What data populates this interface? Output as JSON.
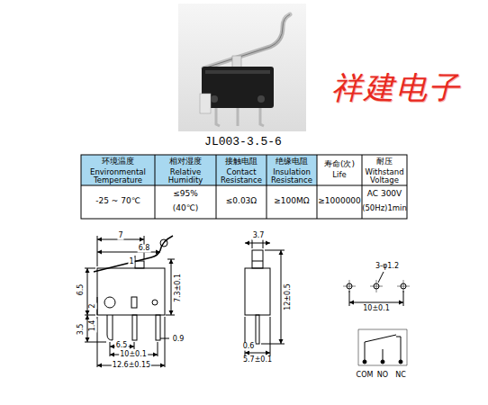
{
  "diagram": {
    "title": "JL003-3.5-6",
    "labels": [
      "祥建电子",
      "环境温度",
      "Environmental Temperature",
      "相对湿度",
      "Relative Humidity",
      "接触电阻",
      "Contact Resistance",
      "绝缘电阻",
      "Insulation Resistance",
      "寿命(次)",
      "Life",
      "耐压",
      "Withstand Voltage",
      "-25 ~ 70℃",
      "≤95%",
      "(40℃)",
      "≤0.03Ω",
      "≥100MΩ",
      "≥1000000",
      "AC 300V",
      "(50Hz)1min",
      "7",
      "6.8",
      "1",
      "6.5",
      "2",
      "7.3±0.1",
      "3.5",
      "1.4",
      "6.5",
      "0.9",
      "10±0.1",
      "12.6±0.15",
      "3.7",
      "12±0.5",
      "0.6",
      "5.7±0.1",
      "3-φ1.2",
      "10±0.1",
      "COM",
      "NO",
      "NC"
    ]
  }
}
